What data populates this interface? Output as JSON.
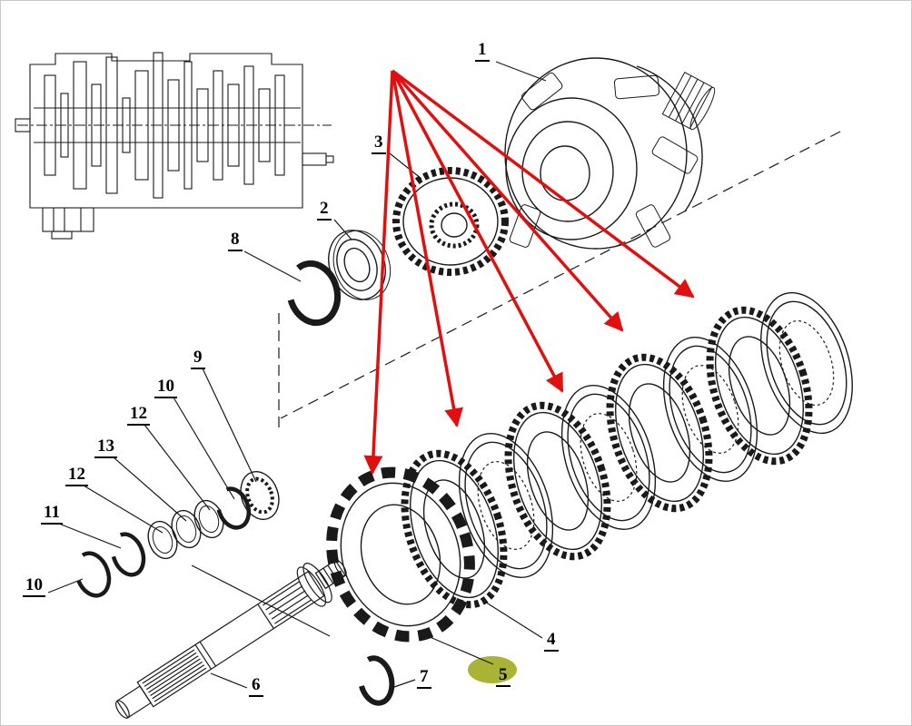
{
  "diagram": {
    "kind": "exploded-parts-diagram",
    "colors": {
      "line": "#1a1a1a",
      "arrow": "#e01010",
      "highlight": "#a9b437",
      "background": "#ffffff"
    },
    "highlighted_part": "5"
  },
  "labels": {
    "l1": "1",
    "l2": "2",
    "l3": "3",
    "l4": "4",
    "l5": "5",
    "l6": "6",
    "l7": "7",
    "l8": "8",
    "l9": "9",
    "l10a": "10",
    "l10b": "10",
    "l11": "11",
    "l12a": "12",
    "l12b": "12",
    "l13": "13"
  }
}
